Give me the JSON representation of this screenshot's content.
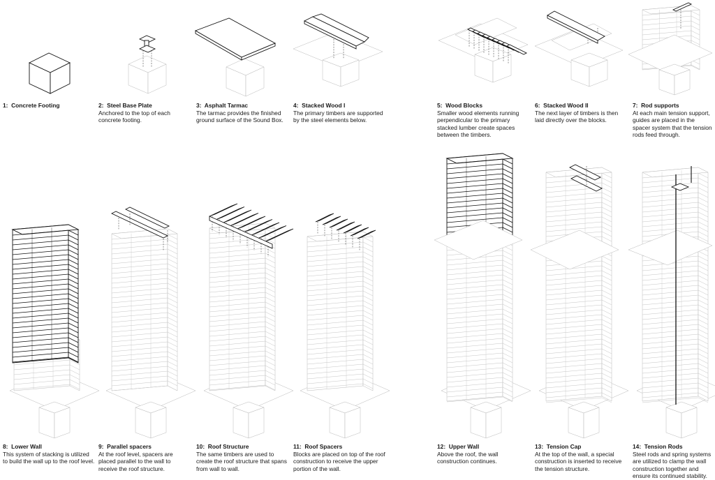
{
  "steps": [
    {
      "num": "1:",
      "title": "Concrete Footing",
      "desc": ""
    },
    {
      "num": "2:",
      "title": "Steel Base Plate",
      "desc": "Anchored to the top of each concrete footing."
    },
    {
      "num": "3:",
      "title": "Asphalt Tarmac",
      "desc": "The tarmac provides the finished ground surface of the Sound Box."
    },
    {
      "num": "4:",
      "title": "Stacked Wood I",
      "desc": "The primary timbers are supported by the steel elements below."
    },
    {
      "num": "5:",
      "title": "Wood Blocks",
      "desc": "Smaller wood elements running perpendicular to the primary stacked lumber create spaces between the timbers."
    },
    {
      "num": "6:",
      "title": "Stacked Wood II",
      "desc": "The next layer of timbers is then laid directly over the blocks."
    },
    {
      "num": "7:",
      "title": "Rod supports",
      "desc": "At each main tension support, guides are placed in the spacer system that the tension rods feed through."
    },
    {
      "num": "8:",
      "title": "Lower Wall",
      "desc": "This system of stacking is utilized to build the wall up to the roof level."
    },
    {
      "num": "9:",
      "title": "Parallel spacers",
      "desc": "At the roof level, spacers are placed parallel to the wall to receive the roof structure."
    },
    {
      "num": "10:",
      "title": "Roof Structure",
      "desc": "The same timbers are used to create the roof structure that spans from wall to wall."
    },
    {
      "num": "11:",
      "title": "Roof Spacers",
      "desc": "Blocks are placed on top of the roof construction to receive the upper portion of the wall."
    },
    {
      "num": "12:",
      "title": "Upper Wall",
      "desc": "Above the roof, the wall construction continues."
    },
    {
      "num": "13:",
      "title": "Tension Cap",
      "desc": "At the top of the wall, a special construction is inserted to receive the tension structure."
    },
    {
      "num": "14:",
      "title": "Tension Rods",
      "desc": "Steel rods and spring systems are utilized to clamp the wall construction together and ensure its continued stability."
    }
  ]
}
